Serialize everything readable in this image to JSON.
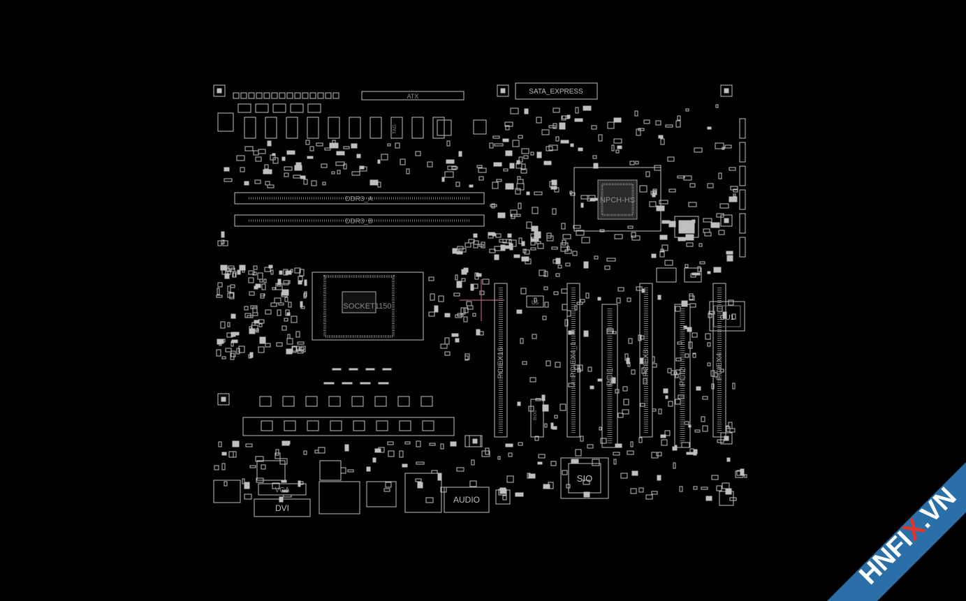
{
  "colors": {
    "background": "#000000",
    "trace": "#bfbfbf",
    "fill": "#777777",
    "cursor": "#b06070",
    "banner": "#2a6fa8",
    "watermark_red": "#e0352b"
  },
  "labels": {
    "atx": "ATX",
    "sata_express": "SATA_EXPRESS",
    "ddr3_a": "DDR3_A",
    "ddr3_b": "DDR3_B",
    "chipset": "NPCH-HS",
    "socket": "SOCKET1150",
    "u5": "U5",
    "pciex16": "PCIEX16",
    "pciex4_1": "PCIEX4_1",
    "pci1": "PCI1",
    "pciex8": "PCIEX8",
    "pci2": "PCI2",
    "pciex4": "PCIEX4",
    "gu1": "GU1",
    "sio": "SIO",
    "vga": "VGA",
    "dvi": "DVI",
    "audio": "AUDIO",
    "tag": "TAG",
    "bios": "BIOS"
  },
  "watermark": {
    "text_before": "HNFI",
    "text_x": "X",
    "text_after": ".VN"
  }
}
